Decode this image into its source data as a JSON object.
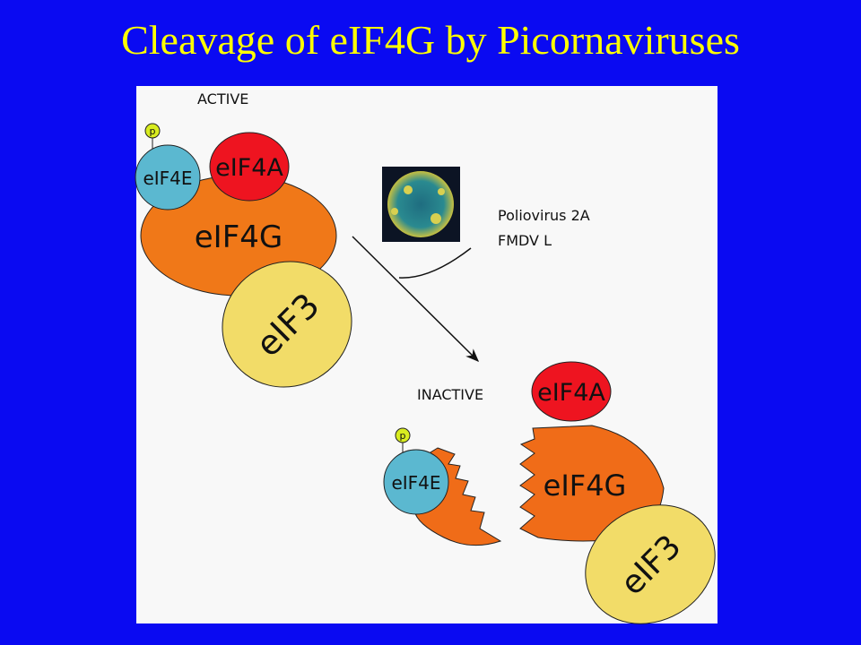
{
  "slide": {
    "title": "Cleavage of eIF4G by Picornaviruses"
  },
  "diagram": {
    "active_label": "ACTIVE",
    "inactive_label": "INACTIVE",
    "phospho_label": "p",
    "proteins": {
      "eif4e": "eIF4E",
      "eif4a": "eIF4A",
      "eif4g": "eIF4G",
      "eif3": "eIF3"
    },
    "protease_lines": [
      "Poliovirus 2A",
      "FMDV L"
    ],
    "colors": {
      "background": "#0a0af2",
      "title": "#ffff00",
      "eif4e": "#5bb8d0",
      "eif4a": "#ee1420",
      "eif4g": "#f07818",
      "eif3": "#f2dc68",
      "phospho": "#d8ec20"
    }
  }
}
